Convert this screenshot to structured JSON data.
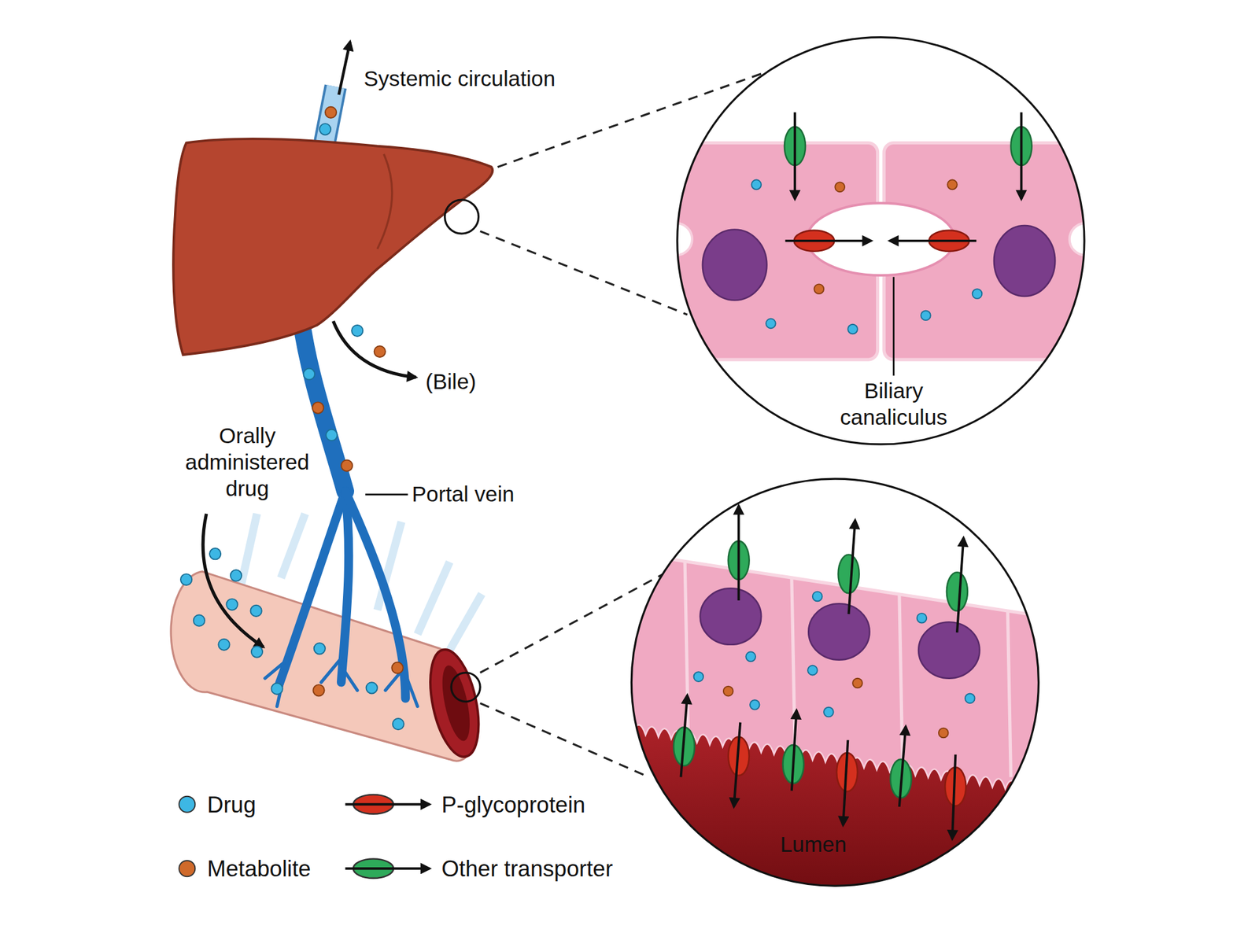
{
  "diagram": {
    "nodes": [
      {
        "text": [
          "Biliary canaliculus"
        ]
      },
      {
        "text": [
          "Lumen"
        ]
      }
    ],
    "labels": [
      "Systemic circulation",
      "(Bile)",
      "Orally administered drug",
      "Portal vein"
    ],
    "legend": [
      {
        "text": "Drug",
        "color": "#3db7e4"
      },
      {
        "text": "Metabolite",
        "color": "#d06a2b"
      },
      {
        "text": "P-glycoprotein"
      },
      {
        "text": "Other transporter"
      }
    ]
  }
}
